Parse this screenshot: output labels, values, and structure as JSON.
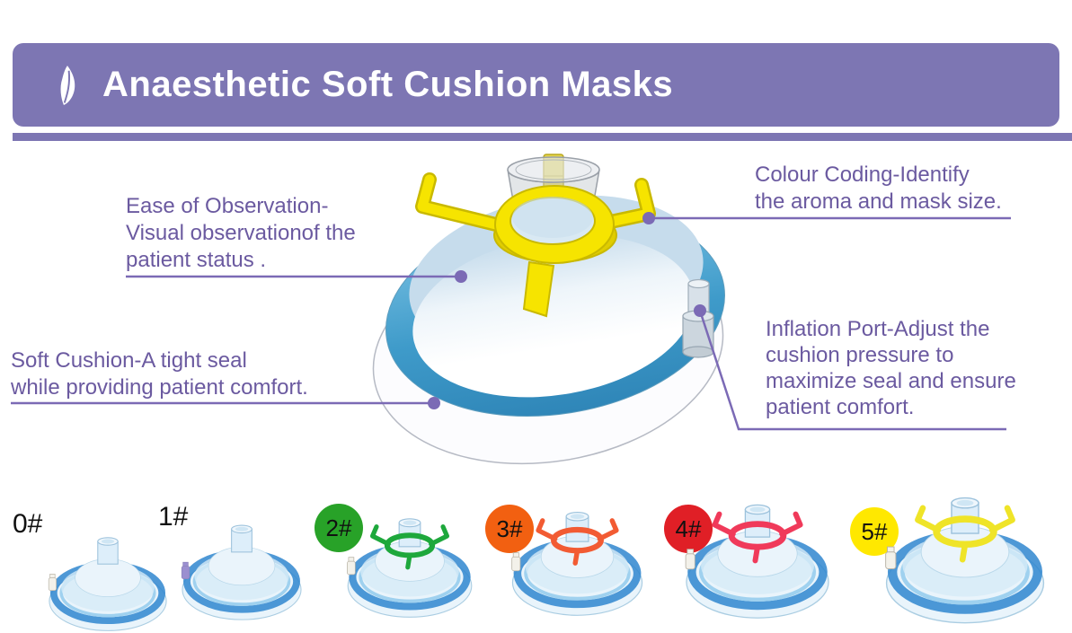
{
  "header": {
    "title": "Anaesthetic Soft Cushion Masks",
    "logo_icon": "leaf-icon"
  },
  "callouts": {
    "ease": {
      "lines": [
        "Ease of Observation-",
        "Visual observationof the",
        "patient status ."
      ]
    },
    "colour": {
      "lines": [
        "Colour Coding-Identify",
        "the aroma and mask size."
      ]
    },
    "cushion": {
      "lines": [
        "Soft Cushion-A tight seal",
        "while providing patient comfort."
      ]
    },
    "inflation": {
      "lines": [
        "Inflation Port-Adjust the",
        "cushion pressure to",
        "maximize seal and ensure",
        "patient comfort."
      ]
    }
  },
  "sizes": [
    {
      "label": "0#",
      "badge": "none",
      "hook": null,
      "valve": "#f3f1ea"
    },
    {
      "label": "1#",
      "badge": "none",
      "hook": null,
      "valve": "#9b8fd0"
    },
    {
      "label": "2#",
      "badge": "#28a228",
      "hook": "#1ea83c",
      "valve": "#f3f1ea"
    },
    {
      "label": "3#",
      "badge": "#f26011",
      "hook": "#f25b33",
      "valve": "#f3f1ea"
    },
    {
      "label": "4#",
      "badge": "#e01f26",
      "hook": "#f03a5a",
      "valve": "#f3f1ea"
    },
    {
      "label": "5#",
      "badge": "#ffe800",
      "hook": "#efe428",
      "valve": "#f3f1ea"
    }
  ],
  "colors": {
    "header_bg": "#7d76b3",
    "divider": "#7d76b3",
    "callout_text": "#6b5aa0",
    "leader": "#7b6ab5",
    "mask_blue": "#3f9bca",
    "ring_yellow": "#f6e400",
    "port_gray": "#d3dde4"
  }
}
